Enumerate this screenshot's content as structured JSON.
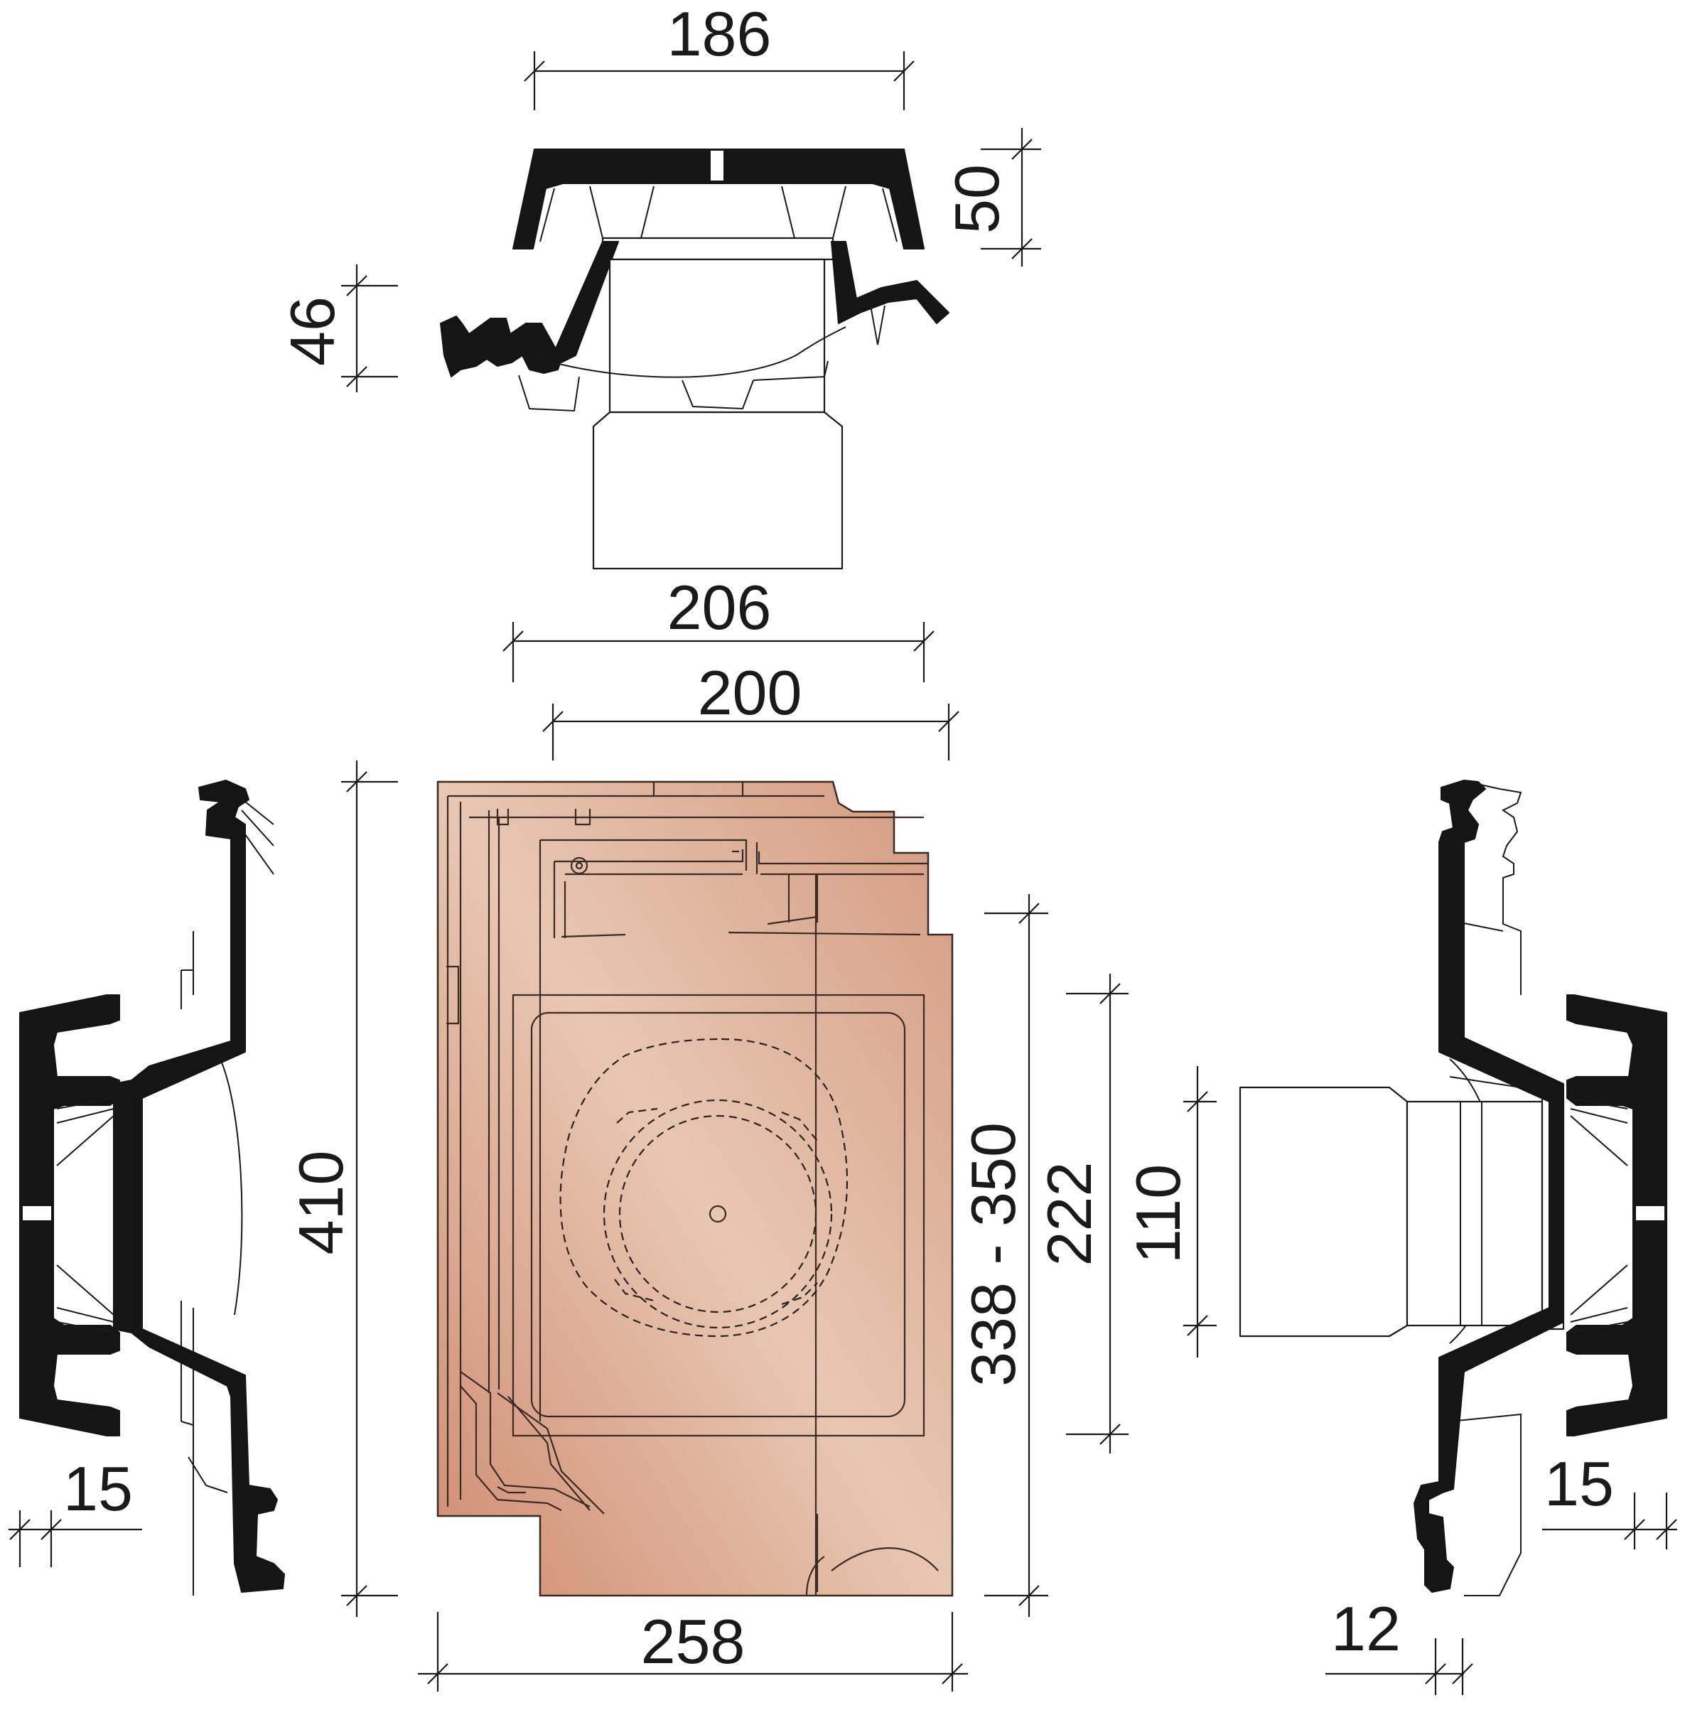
{
  "dimensions": {
    "top_width": "186",
    "top_height": "50",
    "top_tile_height": "46",
    "top_base_width": "206",
    "tile_width_upper": "200",
    "tile_length": "410",
    "tile_gauge": "338 - 350",
    "cover_width": "222",
    "pipe_diameter": "110",
    "tile_width_lower": "258",
    "left_lip": "15",
    "right_lip": "15",
    "right_offset": "12"
  },
  "colors": {
    "tile_light": "#e8c7b2",
    "tile_mid": "#dca791",
    "tile_dark": "#cf8c72",
    "ink": "#151515"
  }
}
